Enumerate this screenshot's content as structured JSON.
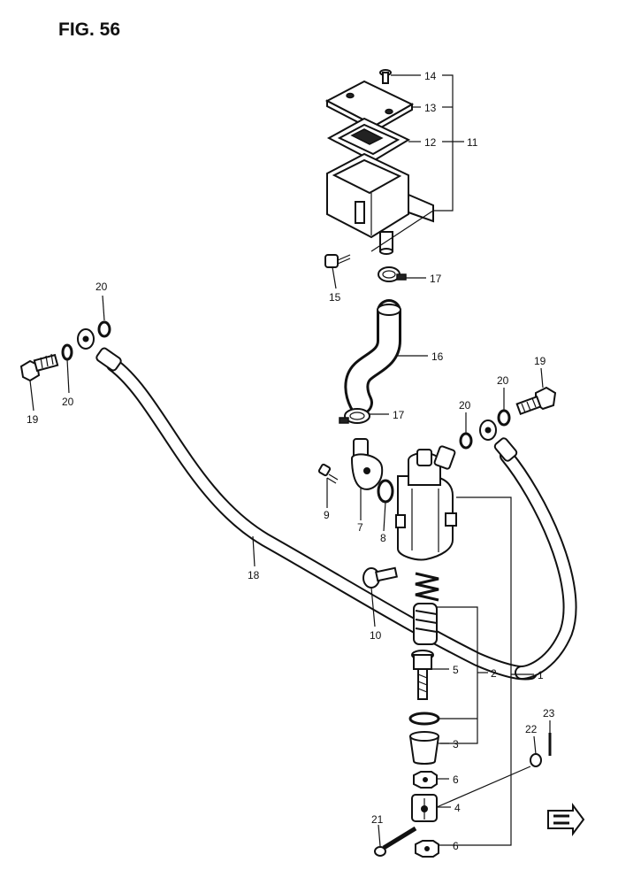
{
  "figure": {
    "title": "FIG. 56"
  },
  "callouts": [
    {
      "id": "c14",
      "label": "14"
    },
    {
      "id": "c13",
      "label": "13"
    },
    {
      "id": "c12",
      "label": "12"
    },
    {
      "id": "c11",
      "label": "11"
    },
    {
      "id": "c15",
      "label": "15"
    },
    {
      "id": "c17a",
      "label": "17"
    },
    {
      "id": "c20a",
      "label": "20"
    },
    {
      "id": "c16",
      "label": "16"
    },
    {
      "id": "c19a",
      "label": "19"
    },
    {
      "id": "c20b",
      "label": "20"
    },
    {
      "id": "c19b",
      "label": "19"
    },
    {
      "id": "c20c",
      "label": "20"
    },
    {
      "id": "c20d",
      "label": "20"
    },
    {
      "id": "c17b",
      "label": "17"
    },
    {
      "id": "c9",
      "label": "9"
    },
    {
      "id": "c7",
      "label": "7"
    },
    {
      "id": "c8",
      "label": "8"
    },
    {
      "id": "c18",
      "label": "18"
    },
    {
      "id": "c10",
      "label": "10"
    },
    {
      "id": "c5",
      "label": "5"
    },
    {
      "id": "c2",
      "label": "2"
    },
    {
      "id": "c1",
      "label": "1"
    },
    {
      "id": "c23",
      "label": "23"
    },
    {
      "id": "c22",
      "label": "22"
    },
    {
      "id": "c3",
      "label": "3"
    },
    {
      "id": "c6a",
      "label": "6"
    },
    {
      "id": "c4",
      "label": "4"
    },
    {
      "id": "c21",
      "label": "21"
    },
    {
      "id": "c6b",
      "label": "6"
    }
  ]
}
